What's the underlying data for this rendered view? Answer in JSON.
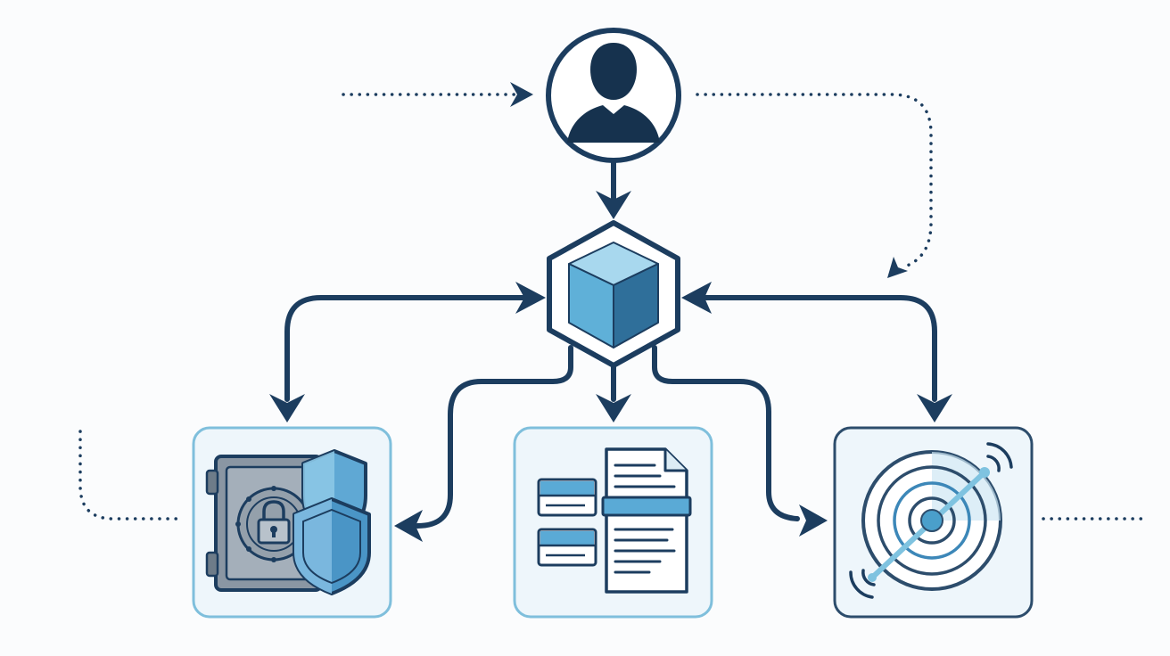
{
  "colors": {
    "background": "#fbfcfd",
    "navy": "#1c3d5f",
    "dark_fill": "#16324e",
    "accent_light": "#7fc3e0",
    "accent": "#4a9fcb",
    "box_fill": "#eef6fb",
    "box_border_light": "#7fbfdc",
    "box_border_dark": "#2d4d6c",
    "metal": "#8a96a3"
  },
  "nodes": [
    {
      "id": "user",
      "icon": "user-silhouette-icon"
    },
    {
      "id": "hub",
      "icon": "cube-icon"
    },
    {
      "id": "vault",
      "icon": "vault-shield-icon"
    },
    {
      "id": "data",
      "icon": "document-records-icon"
    },
    {
      "id": "target",
      "icon": "radar-target-icon"
    }
  ],
  "edges": [
    {
      "from": "external-left",
      "to": "user",
      "style": "dotted"
    },
    {
      "from": "user",
      "to": "target",
      "style": "dotted"
    },
    {
      "from": "user",
      "to": "hub",
      "style": "solid"
    },
    {
      "from": "hub",
      "to": "vault",
      "style": "solid",
      "bidirectional": true
    },
    {
      "from": "hub",
      "to": "target",
      "style": "solid",
      "bidirectional": true
    },
    {
      "from": "hub",
      "to": "data",
      "style": "solid"
    },
    {
      "from": "hub",
      "to": "vault",
      "style": "solid"
    },
    {
      "from": "hub",
      "to": "target",
      "style": "solid"
    },
    {
      "from": "external-left",
      "to": "vault",
      "style": "dotted"
    },
    {
      "from": "target",
      "to": "external-right",
      "style": "dotted"
    }
  ]
}
